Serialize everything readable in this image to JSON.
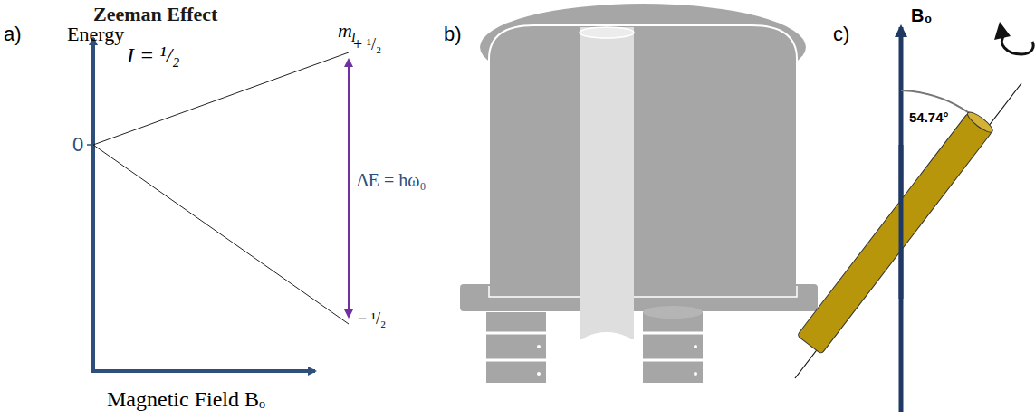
{
  "diagram": {
    "title": "Zeeman Effect",
    "labels": [
      "a)",
      "Energy",
      "I = ¹/₂",
      "m",
      "I",
      "+ ¹/₂",
      "0",
      "ΔE = ħω₀",
      "− ¹/₂",
      "Magnetic Field Bₒ",
      "b)",
      "c)",
      "B₀",
      "54.74°"
    ]
  }
}
